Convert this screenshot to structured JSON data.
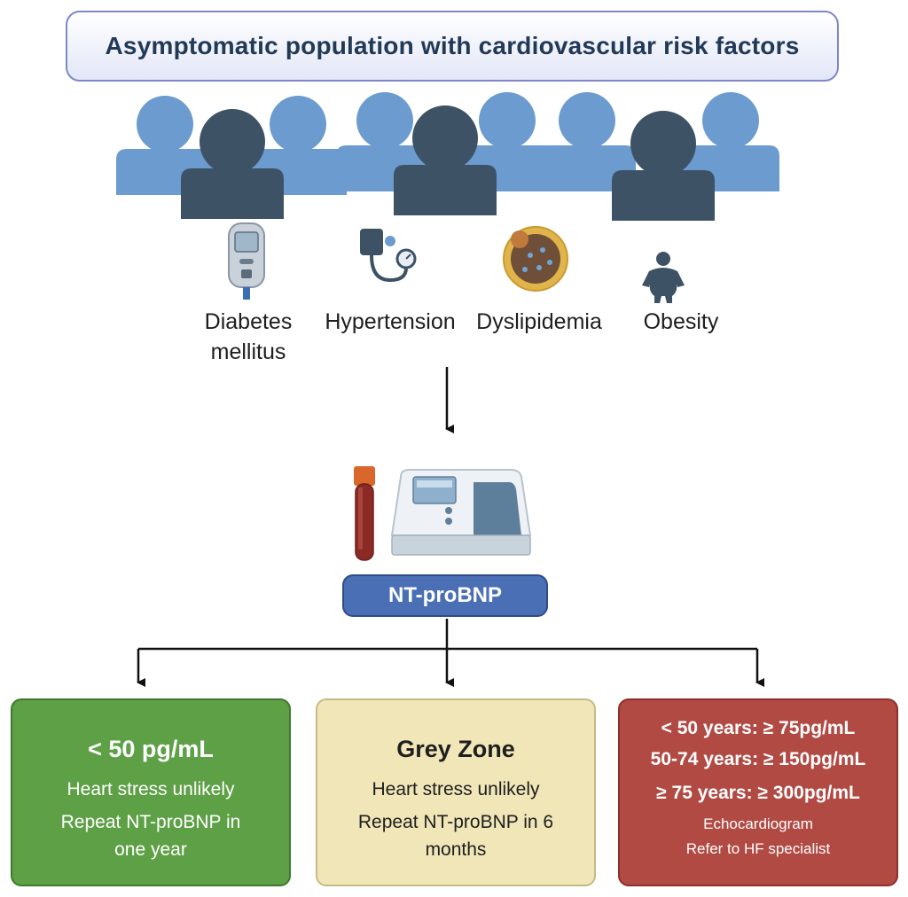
{
  "title": "Asymptomatic population with cardiovascular risk factors",
  "risk_factors": [
    {
      "label_line1": "Diabetes",
      "label_line2": "mellitus",
      "icon": "glucometer-icon"
    },
    {
      "label_line1": "Hypertension",
      "label_line2": "",
      "icon": "blood-pressure-cuff-icon"
    },
    {
      "label_line1": "Dyslipidemia",
      "label_line2": "",
      "icon": "lipoprotein-particle-icon"
    },
    {
      "label_line1": "Obesity",
      "label_line2": "",
      "icon": "obese-person-icon"
    }
  ],
  "test_label": "NT-proBNP",
  "outcomes": {
    "low": {
      "heading": "< 50 pg/mL",
      "line1": "Heart stress unlikely",
      "line2": "Repeat NT-proBNP in",
      "line3": "one year"
    },
    "grey": {
      "heading": "Grey Zone",
      "line1": "Heart stress unlikely",
      "line2": "Repeat NT-proBNP in 6",
      "line3": "months"
    },
    "high": {
      "crit1": "< 50 years: ≥ 75pg/mL",
      "crit2": "50-74 years: ≥ 150pg/mL",
      "crit3": "≥ 75 years: ≥ 300pg/mL",
      "action1": "Echocardiogram",
      "action2": "Refer to HF specialist"
    }
  },
  "colors": {
    "person_light": "#6c9bd0",
    "person_dark": "#3e5266",
    "low": "#5ea046",
    "grey": "#f0e6b8",
    "high": "#b24a44",
    "pill": "#4a6fb5"
  }
}
